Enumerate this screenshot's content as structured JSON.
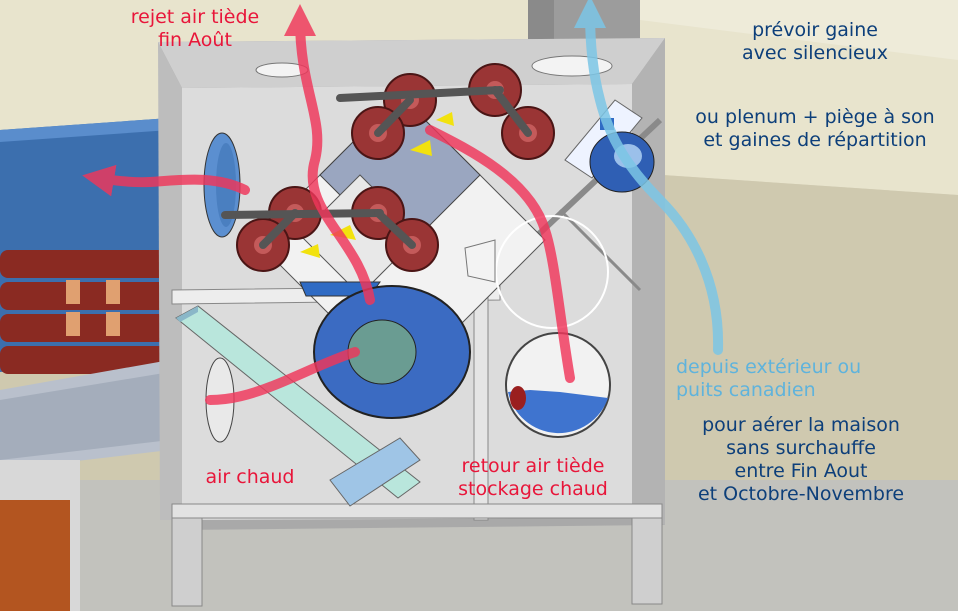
{
  "labels": {
    "rejet_line1": "rejet air tiède",
    "rejet_line2": "fin Août",
    "prevoir_line1": "prévoir gaine",
    "prevoir_line2": "avec silencieux",
    "plenum_line1": "ou plenum + piège à son",
    "plenum_line2": "et gaines de répartition",
    "depuis_line1": "depuis extérieur ou",
    "depuis_line2": "puits canadien",
    "aerer_line1": "pour aérer la maison",
    "aerer_line2": "sans surchauffe",
    "aerer_line3": "entre Fin Aout",
    "aerer_line4": "et Octobre-Novembre",
    "air_chaud": "air chaud",
    "retour_line1": "retour air tiède",
    "retour_line2": "stockage chaud"
  },
  "colors": {
    "hot_air_arrow": "#f0365a",
    "fresh_air_arrow": "#7cc6e6",
    "label_red": "#e8163a",
    "label_navy": "#0d3f7a",
    "label_cyan": "#5fb3dc",
    "cabinet": "#c9c9c9",
    "fan_wheel": "#9a3535",
    "filter": "#b9e6dc"
  }
}
